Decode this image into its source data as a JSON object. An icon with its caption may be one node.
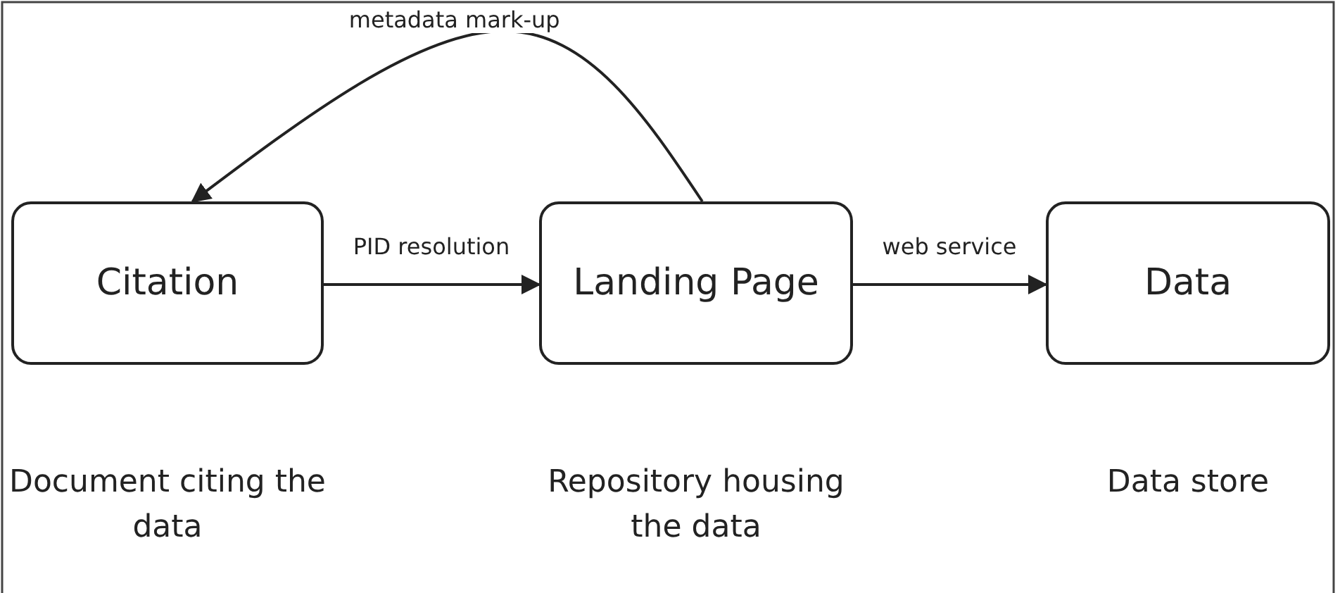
{
  "diagram": {
    "nodes": [
      {
        "text": [
          "Citation"
        ],
        "beside": [
          "Document citing the data"
        ]
      },
      {
        "text": [
          "Landing Page"
        ],
        "beside": [
          "Repository housing the data"
        ]
      },
      {
        "text": [
          "Data"
        ],
        "beside": [
          "Data store"
        ]
      }
    ],
    "edges": [
      {
        "from": 0,
        "to": 1,
        "arrow": "to",
        "label": "PID resolution"
      },
      {
        "from": 1,
        "to": 2,
        "arrow": "to",
        "label": "web service"
      },
      {
        "from": 1,
        "to": 0,
        "arrow": "to",
        "label": "metadata mark-up"
      }
    ]
  }
}
